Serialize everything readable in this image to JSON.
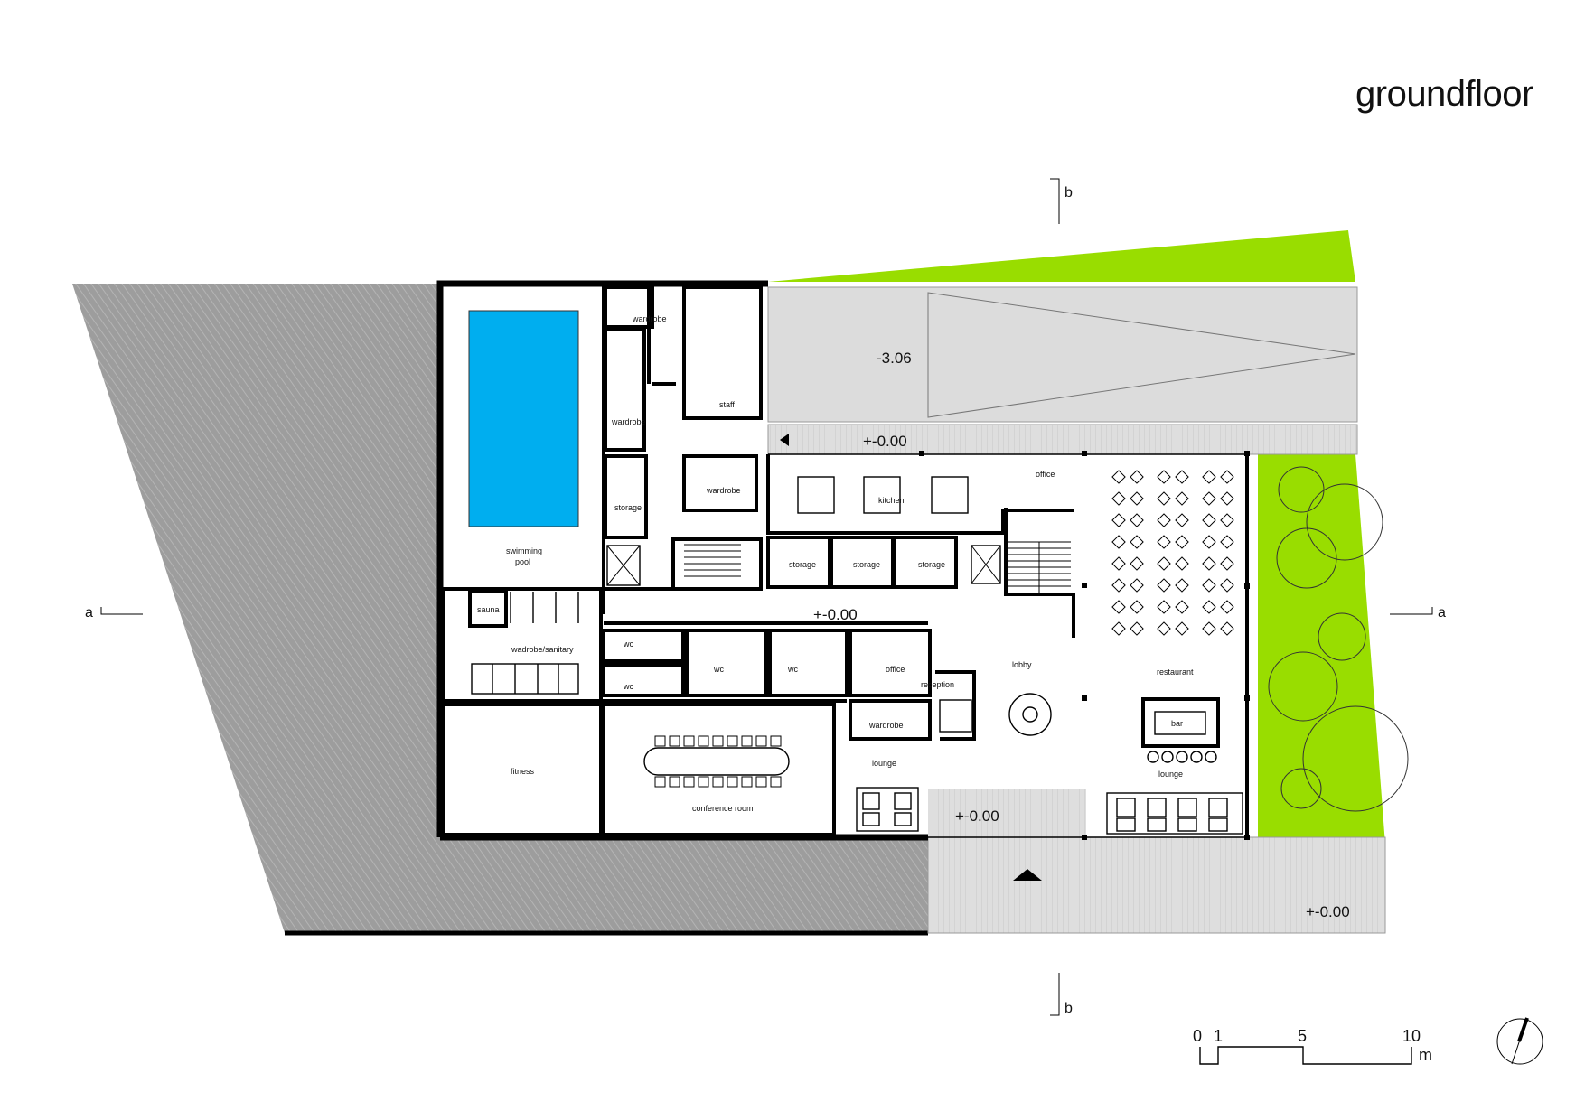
{
  "title": "groundfloor",
  "section_markers": {
    "a_left": "a",
    "a_right": "a",
    "b_top": "b",
    "b_bottom": "b"
  },
  "levels": {
    "parking_ramp": "-3.06",
    "north_terrace": "+-0.00",
    "corridor": "+-0.00",
    "entrance": "+-0.00",
    "south_terrace": "+-0.00"
  },
  "rooms": {
    "swimming": "swimming",
    "pool": "pool",
    "sauna": "sauna",
    "wardrobe_sanitary": "wadrobe/sanitary",
    "fitness": "fitness",
    "wardrobe_top": "wardrobe",
    "wardrobe_left": "wardrobe",
    "storage_left": "storage",
    "wardrobe_mid": "wardrobe",
    "staff": "staff",
    "kitchen": "kitchen",
    "office_top": "office",
    "storage_1": "storage",
    "storage_2": "storage",
    "storage_3": "storage",
    "wc_1": "wc",
    "wc_2": "wc",
    "wc_3": "wc",
    "wc_4": "wc",
    "office_mid": "office",
    "reception": "reception",
    "lobby": "lobby",
    "restaurant": "restaurant",
    "bar": "bar",
    "lounge_right": "lounge",
    "wardrobe_lounge": "wardrobe",
    "lounge_left": "lounge",
    "conference_room": "conference room"
  },
  "scale_bar": {
    "t0": "0",
    "t1": "1",
    "t5": "5",
    "t10": "10",
    "unit": "m"
  },
  "colors": {
    "pool_water": "#00aeef",
    "lawn": "#99dd00",
    "hatched_ground": "#9d9d9d",
    "paving": "#dcdcdc",
    "wall": "#000000"
  }
}
